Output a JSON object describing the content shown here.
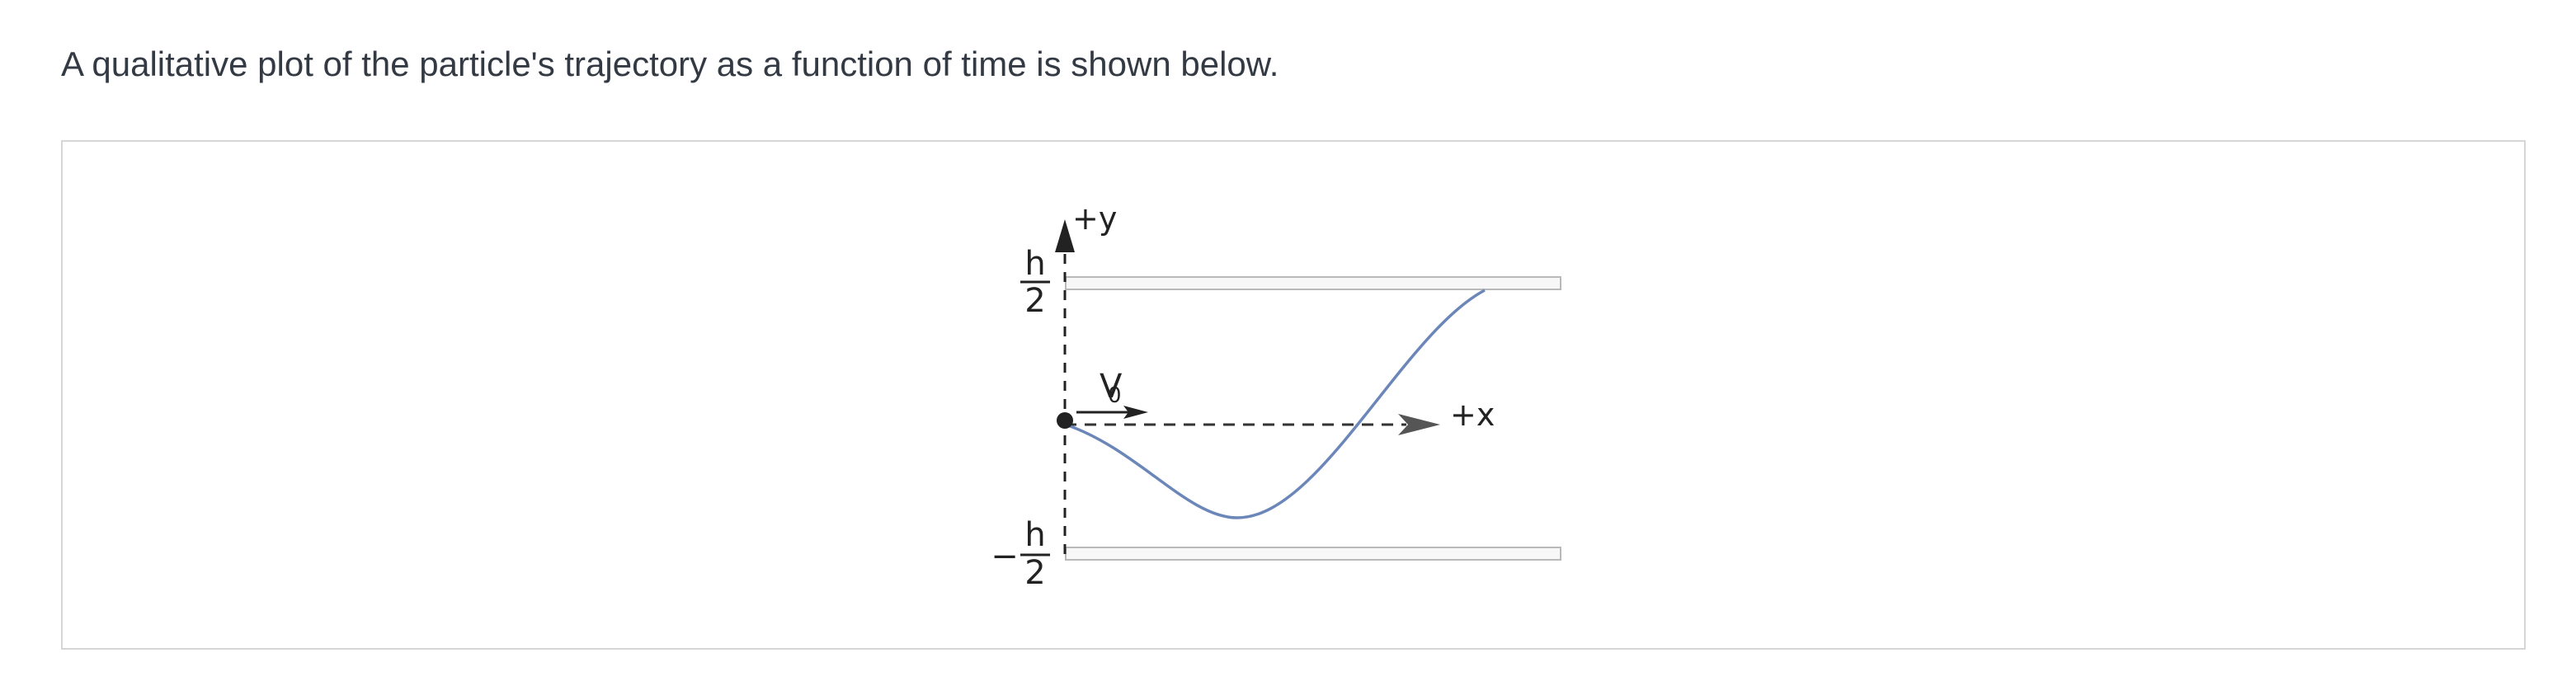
{
  "intro_text": "A qualitative plot of the particle's trajectory as a function of time is shown below.",
  "diagram": {
    "y_axis_label": "+y",
    "x_axis_label": "+x",
    "velocity_label": "V",
    "velocity_subscript": "0",
    "top_plate_label": {
      "sign": "",
      "numerator": "h",
      "denominator": "2"
    },
    "bottom_plate_label": {
      "sign": "−",
      "numerator": "h",
      "denominator": "2"
    },
    "colors": {
      "trajectory": "#6b86b8",
      "axes": "#222222",
      "plate_border": "#b9b9b9",
      "plate_fill": "#f7f7f7",
      "x_arrow": "#555555",
      "particle": "#222222"
    }
  }
}
